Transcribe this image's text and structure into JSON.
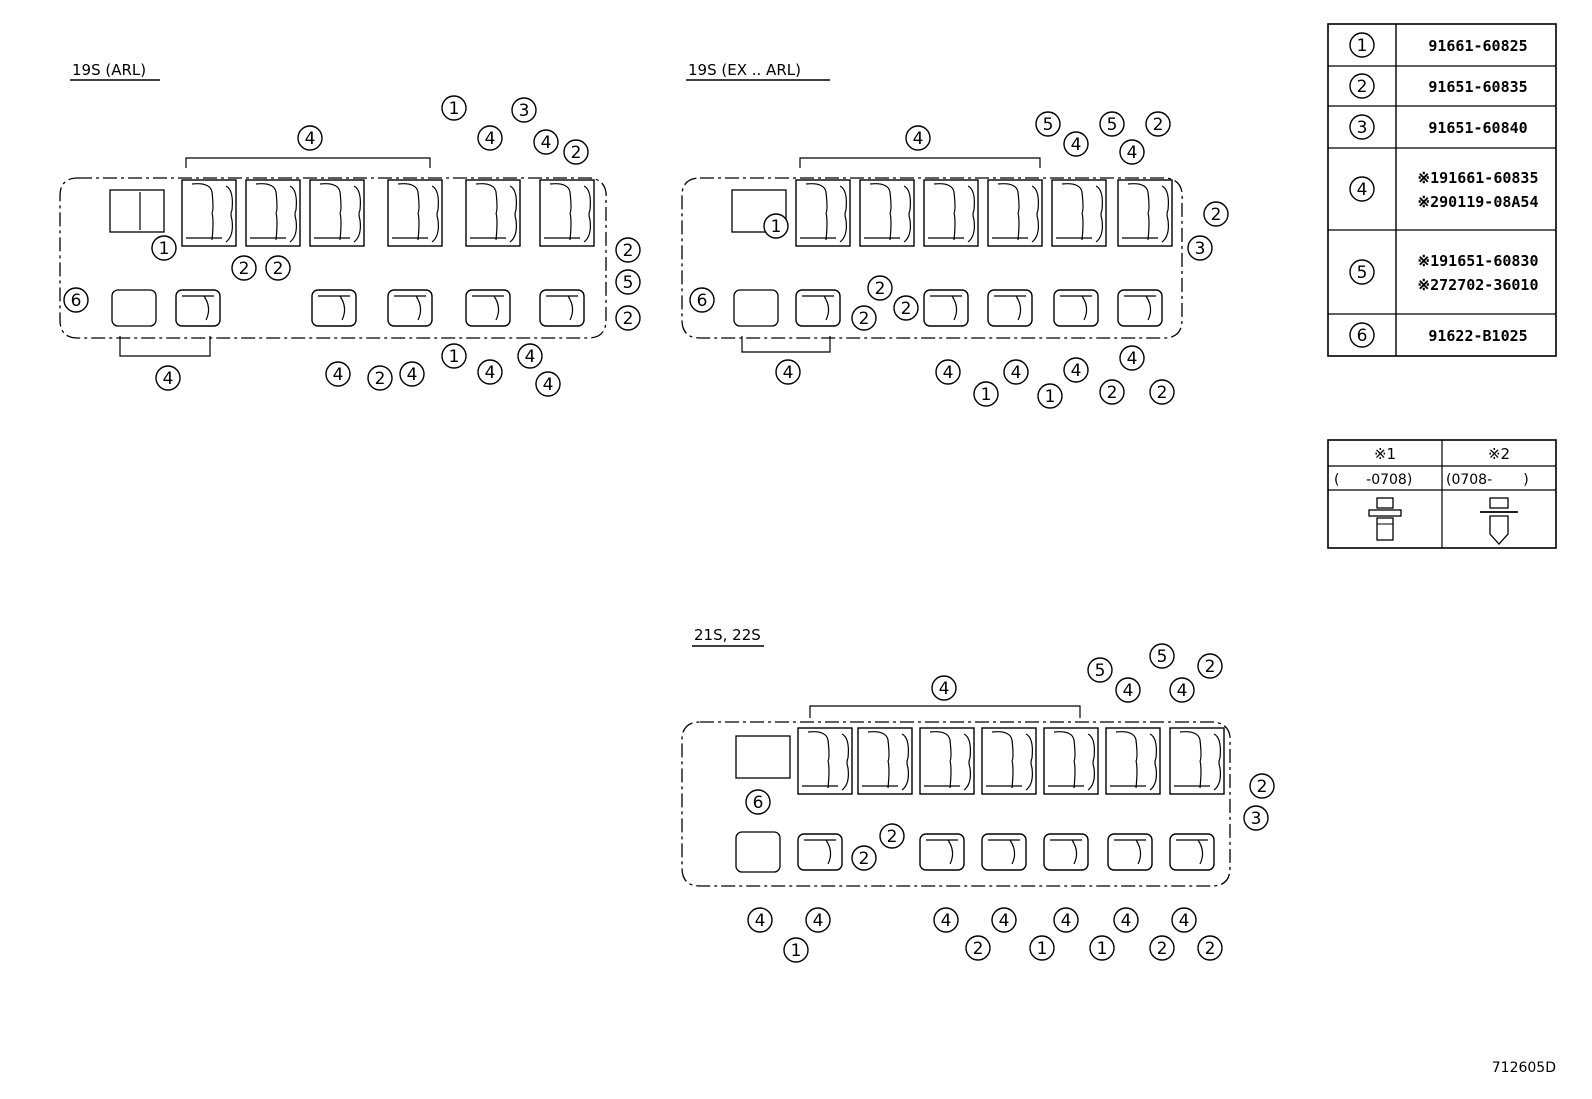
{
  "diagrams": [
    {
      "title": "19S (ARL)",
      "callouts": [
        "4",
        "1",
        "3",
        "4",
        "4",
        "2",
        "1",
        "2",
        "2",
        "6",
        "2",
        "5",
        "2",
        "4",
        "4",
        "2",
        "4",
        "1",
        "4",
        "4",
        "4"
      ]
    },
    {
      "title": "19S (EX .. ARL)",
      "callouts": [
        "4",
        "5",
        "4",
        "5",
        "4",
        "2",
        "1",
        "2",
        "3",
        "6",
        "2",
        "2",
        "2",
        "4",
        "4",
        "1",
        "4",
        "1",
        "4",
        "2",
        "4",
        "2"
      ]
    },
    {
      "title": "21S, 22S",
      "callouts": [
        "4",
        "5",
        "4",
        "5",
        "4",
        "2",
        "2",
        "6",
        "2",
        "2",
        "3",
        "4",
        "4",
        "1",
        "4",
        "4",
        "2",
        "1",
        "4",
        "1",
        "4",
        "2",
        "4",
        "2"
      ]
    }
  ],
  "parts_table": [
    {
      "ref": "1",
      "numbers": [
        "91661-60825"
      ]
    },
    {
      "ref": "2",
      "numbers": [
        "91651-60835"
      ]
    },
    {
      "ref": "3",
      "numbers": [
        "91651-60840"
      ]
    },
    {
      "ref": "4",
      "numbers": [
        "※191661-60835",
        "※290119-08A54"
      ]
    },
    {
      "ref": "5",
      "numbers": [
        "※191651-60830",
        "※272702-36010"
      ]
    },
    {
      "ref": "6",
      "numbers": [
        "91622-B1025"
      ]
    }
  ],
  "legend": {
    "col1_head": "※1",
    "col2_head": "※2",
    "col1_range": "(      -0708)",
    "col2_range": "(0708-       )"
  },
  "figure_id": "712605D"
}
